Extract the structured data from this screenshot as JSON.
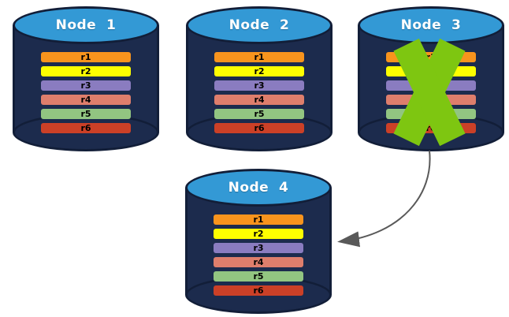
{
  "diagram": {
    "title": "replicated-database-nodes",
    "nodes": [
      {
        "title": "Node  1",
        "failed": false
      },
      {
        "title": "Node  2",
        "failed": false
      },
      {
        "title": "Node  3",
        "failed": true
      },
      {
        "title": "Node  4",
        "failed": false
      }
    ],
    "rows": [
      {
        "label": "r1",
        "color": "#F8941D"
      },
      {
        "label": "r2",
        "color": "#FEFF00"
      },
      {
        "label": "r3",
        "color": "#8A7CC0"
      },
      {
        "label": "r4",
        "color": "#DE7E6C"
      },
      {
        "label": "r5",
        "color": "#92C581"
      },
      {
        "label": "r6",
        "color": "#CB4027"
      }
    ],
    "colors": {
      "cylinder_body": "#1C2B4D",
      "cylinder_edge": "#121E38",
      "cylinder_top": "#3399D5",
      "title_text": "#FFFFFF",
      "row_text": "#000000",
      "failure_x": "#7EC611",
      "arrow": "#595959"
    }
  }
}
